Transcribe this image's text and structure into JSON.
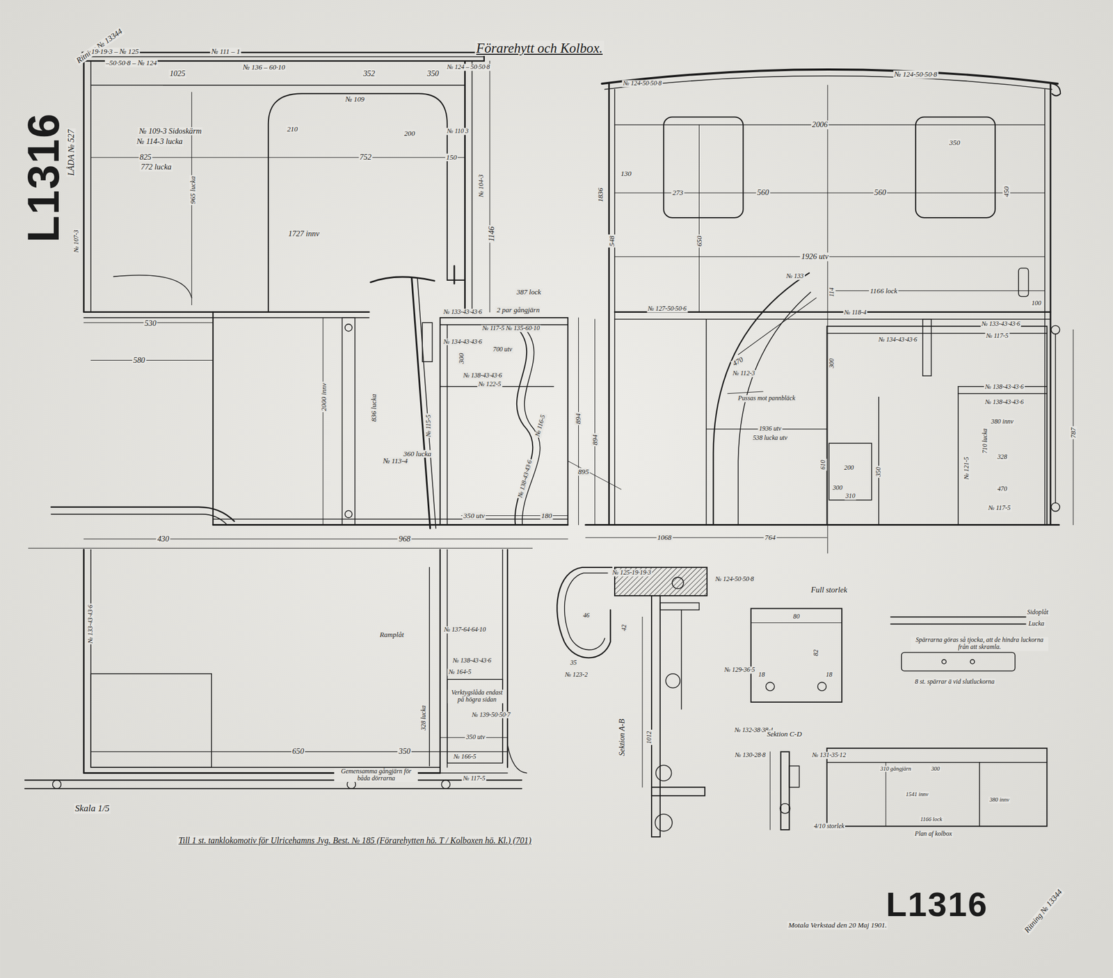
{
  "diagram": {
    "title": "Förarehytt och Kolbox.",
    "caption": "Till 1 st. tanklokomotiv för Ulricehamns Jvg. Best. № 185 (Förarehytten hö. T / Kolboxen hö. Kl.) (701)",
    "labels": [
      "L1316",
      "LÅDA № 527",
      "Ritning № 13344",
      "19·19·3 – № 125",
      "№ 111 – 1",
      "–50·50·8 – № 124",
      "1025",
      "№ 136 – 60·10",
      "352",
      "350",
      "№ 124 – 50·50·8",
      "№ 109",
      "№ 109-3 Sidoskärm",
      "№ 114-3 lucka",
      "210",
      "200",
      "№ 110 3",
      "825",
      "772 lucka",
      "752",
      "150",
      "№ 104-3",
      "1146",
      "965 lucka",
      "1727 innv",
      "№ 107-3",
      "387 lock",
      "2 par gångjärn",
      "№ 133-43·43·6",
      "№ 117-5 № 135-60·10",
      "№ 134-43·43·6",
      "700 utv",
      "530",
      "580",
      "300",
      "№ 138-43·43·6",
      "№ 122-5",
      "2000 innv",
      "836 lucka",
      "360 lucka",
      "№ 113-4",
      "№ 115-5",
      "№ 116-5",
      "№ 138-43·43·6",
      "894",
      "895",
      "350 utv",
      "180",
      "430",
      "968",
      "№ 124-50·50·8",
      "№ 124-50·50·8",
      "2006",
      "350",
      "130",
      "273",
      "560",
      "560",
      "450",
      "1836",
      "548",
      "650",
      "1926 utv",
      "№ 133",
      "114",
      "1166 lock",
      "100",
      "№ 127-50·50·6",
      "№ 118-4",
      "№ 133-43·43·6",
      "№ 117-5",
      "№ 134-43·43·6",
      "470",
      "№ 112-3",
      "300",
      "Pussas mot pannbläck",
      "1936 utv",
      "538 lucka utv",
      "№ 138-43·43·6",
      "№ 138-43·43·6",
      "380 innv",
      "710 lucka",
      "328",
      "470",
      "№ 121-5",
      "№ 117-5",
      "610",
      "200",
      "350",
      "300",
      "310",
      "894",
      "787",
      "1068",
      "764",
      "№ 133-43·43·6",
      "Ramplåt",
      "№ 137-64·64·10",
      "№ 138-43·43·6",
      "№ 164-5",
      "Verktygslåda endast på högra sidan",
      "№ 139-50·50·7",
      "328 lucka",
      "350 utv",
      "№ 166-5",
      "650",
      "350",
      "Gemensamma gångjärn för båda dörrarna",
      "№ 117-5",
      "Skala 1/5",
      "№ 125-19·19·3",
      "№ 124-50·50·8",
      "46",
      "42",
      "35",
      "№ 123-2",
      "№ 129-36·5",
      "Sektion A-B",
      "1012",
      "№ 132-38·38·4",
      "№ 130-28·8",
      "Sektion C-D",
      "№ 131-35·12",
      "Full storlek",
      "80",
      "82",
      "18",
      "18",
      "Sidoplåt",
      "Lucka",
      "Spärrarna göras så tjocka, att de hindra luckorna från att skramla.",
      "8 st. spärrar ä vid slutluckorna",
      "310 gångjärn",
      "300",
      "1541 innv",
      "380 innv",
      "4/10 storlek",
      "1166 lock",
      "Plan af kolbox",
      "L1316",
      "Ritning № 13344",
      "Motala Verkstad den 20 Maj 1901."
    ]
  }
}
